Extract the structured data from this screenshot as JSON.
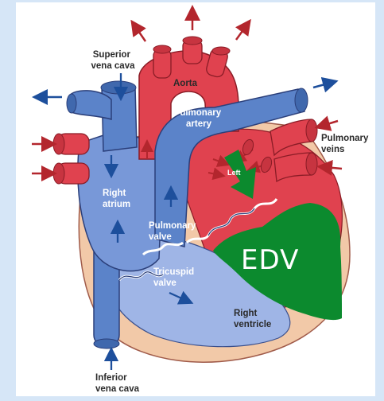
{
  "labels": {
    "superior_vena_cava": [
      "Superior",
      "vena cava"
    ],
    "aorta": "Aorta",
    "pulmonary_artery": [
      "Pulmonary",
      "artery"
    ],
    "pulmonary_veins": [
      "Pulmonary",
      "veins"
    ],
    "right_atrium": [
      "Right",
      "atrium"
    ],
    "left_atrium_partial": "Left",
    "pulmonary_valve": [
      "Pulmonary",
      "valve"
    ],
    "tricuspid_valve": [
      "Tricuspid",
      "valve"
    ],
    "right_ventricle": [
      "Right",
      "ventricle"
    ],
    "inferior_vena_cava": [
      "Inferior",
      "vena cava"
    ],
    "edv_marker": "EDV"
  },
  "colors": {
    "background": "#d6e6f7",
    "card": "#ffffff",
    "oxygenated_red": "#e0424f",
    "deoxygenated_blue": "#5b83c9",
    "pericardium": "#f2c9a8",
    "edv_green": "#0c8a2e",
    "arrow_red": "#b3262d",
    "arrow_blue": "#1d4f9c"
  }
}
